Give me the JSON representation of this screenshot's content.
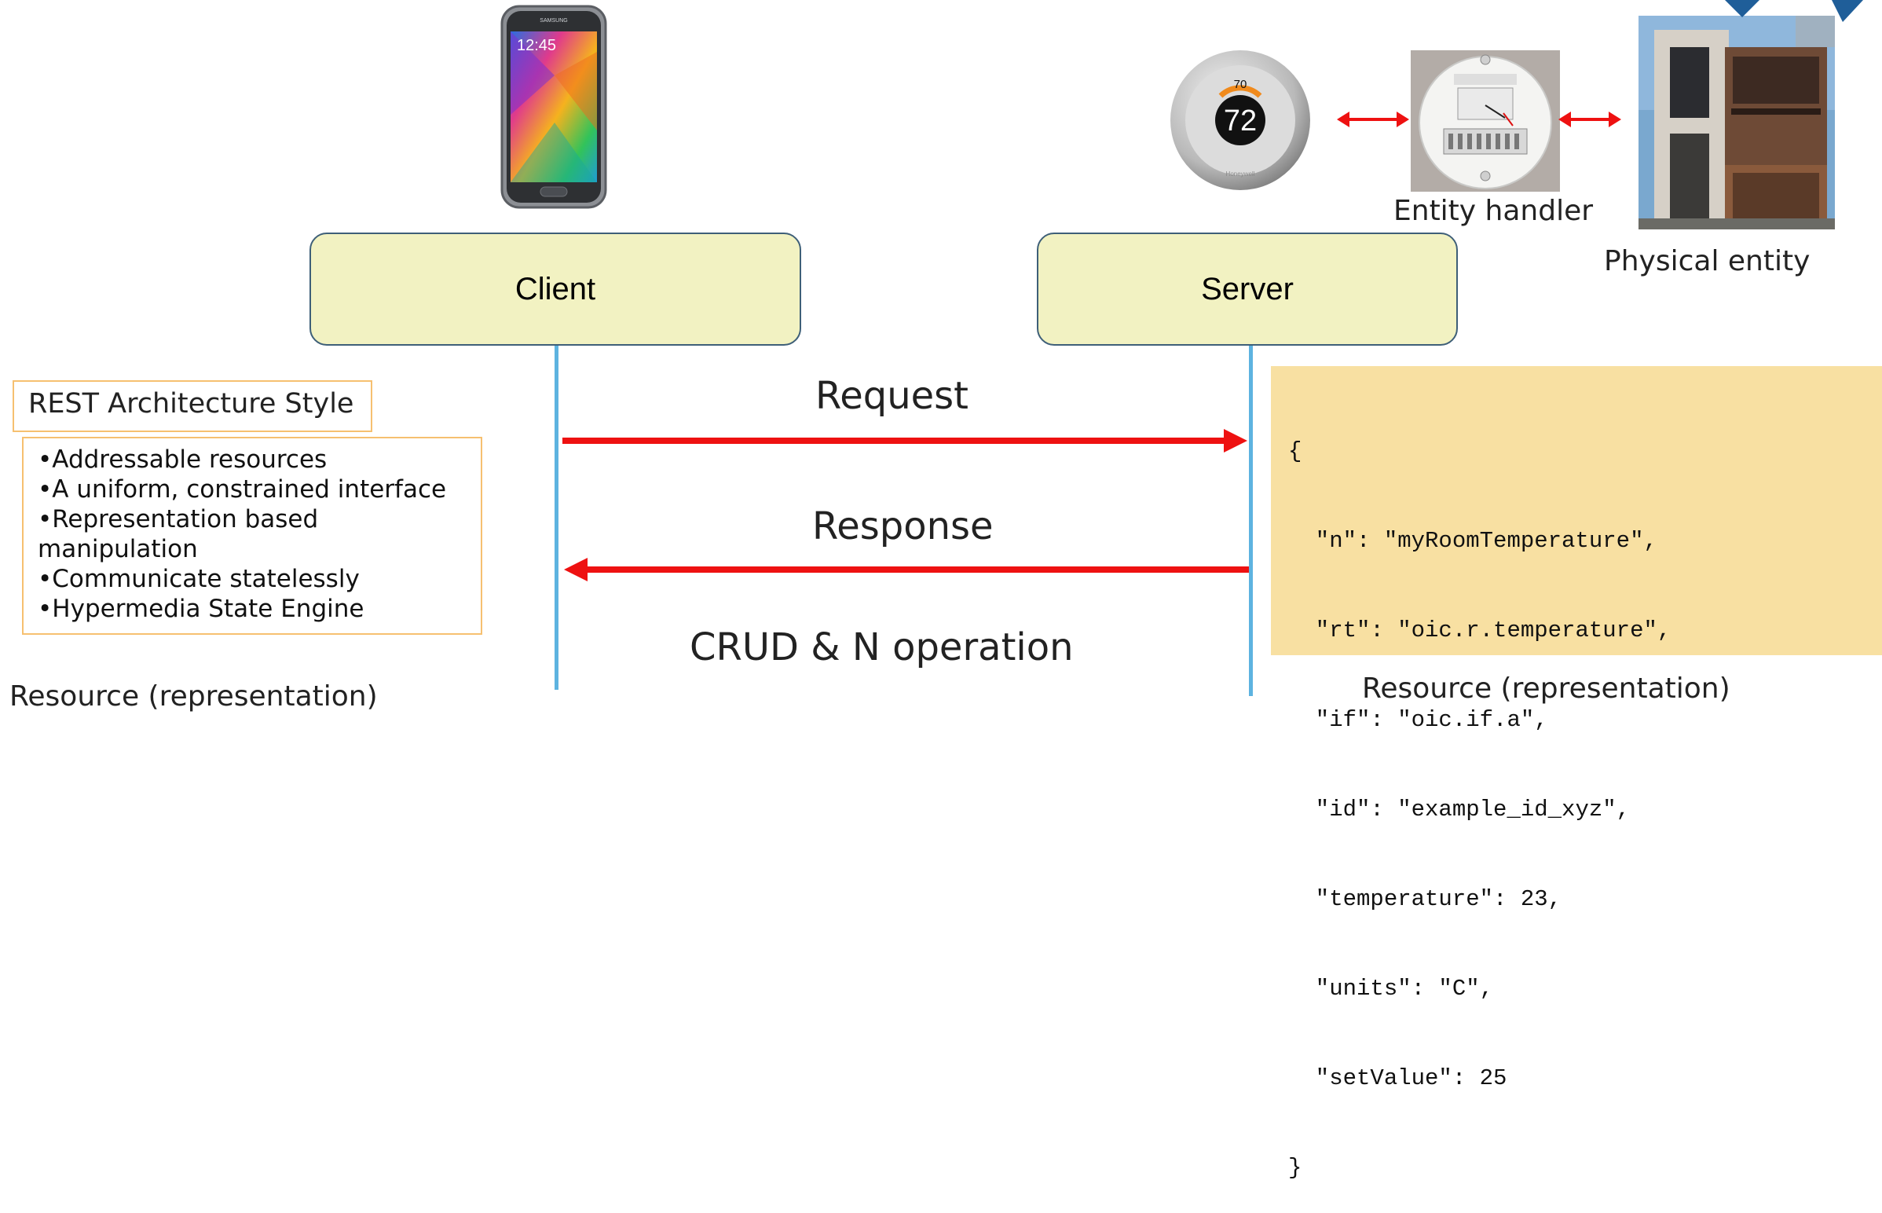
{
  "nodes": {
    "client": "Client",
    "server": "Server",
    "entity_handler": "Entity handler",
    "physical_entity": "Physical entity"
  },
  "thermostat": {
    "display_value": "72",
    "setpoint": "70",
    "brand": "Honeywell"
  },
  "phone": {
    "brand": "SAMSUNG",
    "time": "12:45"
  },
  "arrows": {
    "request": "Request",
    "response": "Response",
    "operations": "CRUD & N operation"
  },
  "rest": {
    "title": "REST Architecture Style",
    "items": [
      "•Addressable resources",
      "•A uniform, constrained interface",
      "•Representation based",
      "manipulation",
      "•Communicate statelessly",
      "•Hypermedia State Engine"
    ]
  },
  "json_lines": [
    "{",
    "  \"n\": \"myRoomTemperature\",",
    "  \"rt\": \"oic.r.temperature\",",
    "  \"if\": \"oic.if.a\",",
    "  \"id\": \"example_id_xyz\",",
    "  \"temperature\": 23,",
    "  \"units\": \"C\",",
    "  \"setValue\": 25",
    "}"
  ],
  "captions": {
    "left": "Resource (representation)",
    "right": "Resource (representation)"
  },
  "colors": {
    "box_fill": "#f2f2c2",
    "box_border": "#3e5f78",
    "lifeline": "#5db3e0",
    "arrow": "#ee1111",
    "rest_border": "#f6c070",
    "json_fill": "#f8e0a2"
  }
}
